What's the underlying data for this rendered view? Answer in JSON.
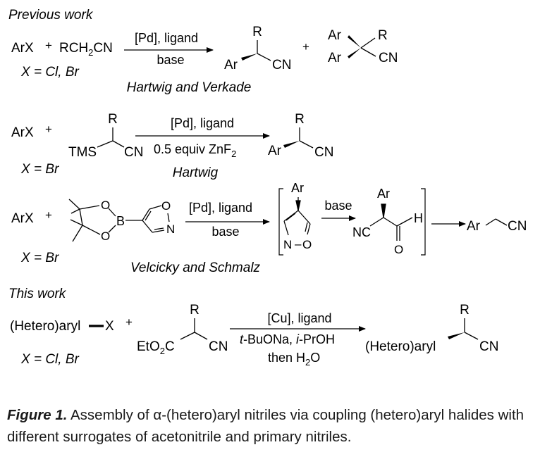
{
  "headings": {
    "previous": "Previous work",
    "this": "This work"
  },
  "scheme1": {
    "arx": "ArX",
    "plus": "+",
    "substrate": "RCH",
    "substrate_sub": "2",
    "substrate_tail": "CN",
    "reagent_top": "[Pd], ligand",
    "reagent_bottom": "base",
    "x_def": "X = Cl, Br",
    "product_r": "R",
    "product_ar": "Ar",
    "product_cn": "CN",
    "plus2": "+",
    "side_ar1": "Ar",
    "side_ar2": "Ar",
    "side_r": "R",
    "side_cn": "CN",
    "credit": "Hartwig and Verkade"
  },
  "scheme2": {
    "arx": "ArX",
    "plus": "+",
    "sm_r": "R",
    "sm_tms": "TMS",
    "sm_cn": "CN",
    "reagent_top": "[Pd], ligand",
    "reagent_bottom": "0.5 equiv ZnF",
    "reagent_bottom_sub": "2",
    "x_def": "X = Br",
    "product_r": "R",
    "product_ar": "Ar",
    "product_cn": "CN",
    "credit": "Hartwig"
  },
  "scheme3": {
    "arx": "ArX",
    "plus": "+",
    "boron": "B",
    "o_top": "O",
    "o_bottom": "O",
    "isox_o": "O",
    "isox_n": "N",
    "reagent_top": "[Pd], ligand",
    "reagent_bottom": "base",
    "x_def": "X = Br",
    "int1_ar": "Ar",
    "int1_n": "N",
    "int1_o": "O",
    "step_reagent": "base",
    "int2_ar": "Ar",
    "int2_nc": "NC",
    "int2_h": "H",
    "int2_o": "O",
    "product_ar": "Ar",
    "product_cn": "CN",
    "credit": "Velcicky and Schmalz"
  },
  "scheme4": {
    "arx_label": "(Hetero)aryl",
    "arx_x": "X",
    "plus": "+",
    "sm_r": "R",
    "sm_ester": "EtO",
    "sm_ester_sub": "2",
    "sm_ester_tail": "C",
    "sm_cn": "CN",
    "reagent_top": "[Cu], ligand",
    "reagent_mid_1": "t",
    "reagent_mid_2": "-BuONa, ",
    "reagent_mid_3": "i",
    "reagent_mid_4": "-PrOH",
    "reagent_bottom": "then H",
    "reagent_bottom_sub": "2",
    "reagent_bottom_tail": "O",
    "x_def": "X = Cl, Br",
    "product_label": "(Hetero)aryl",
    "product_r": "R",
    "product_cn": "CN"
  },
  "caption": {
    "label": "Figure 1.",
    "text": " Assembly of α-(hetero)aryl nitriles via coupling (hetero)aryl halides with different surrogates of acetonitrile and primary nitriles."
  }
}
